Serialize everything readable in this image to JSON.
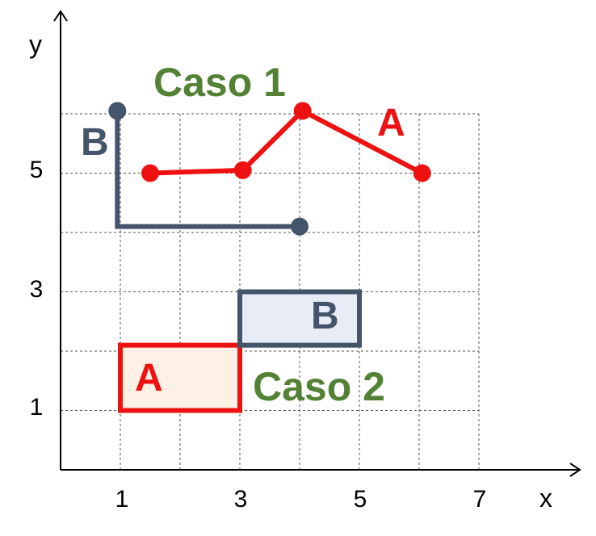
{
  "axes": {
    "x_label": "x",
    "y_label": "y",
    "x_ticks": [
      "1",
      "3",
      "5",
      "7"
    ],
    "y_ticks": [
      "1",
      "3",
      "5"
    ]
  },
  "case1": {
    "title": "Caso 1",
    "line_a": {
      "label": "A",
      "points": [
        [
          1.5,
          5
        ],
        [
          3.05,
          5.05
        ],
        [
          4.05,
          6.05
        ],
        [
          6.05,
          5
        ]
      ]
    },
    "line_b": {
      "label": "B",
      "points": [
        [
          0.95,
          6.05
        ],
        [
          0.95,
          4.1
        ],
        [
          4.0,
          4.1
        ]
      ]
    }
  },
  "case2": {
    "title": "Caso 2",
    "rect_a": {
      "label": "A",
      "x_range": [
        1,
        3
      ],
      "y_range": [
        1,
        2.1
      ]
    },
    "rect_b": {
      "label": "B",
      "x_range": [
        3,
        5
      ],
      "y_range": [
        2.1,
        3
      ]
    }
  },
  "colors": {
    "a": "#ee1111",
    "b": "#44546a",
    "case_text": "#548235",
    "rect_a_fill": "#fdf1e6",
    "rect_b_fill": "#e8ecf6",
    "grid": "#555555"
  }
}
